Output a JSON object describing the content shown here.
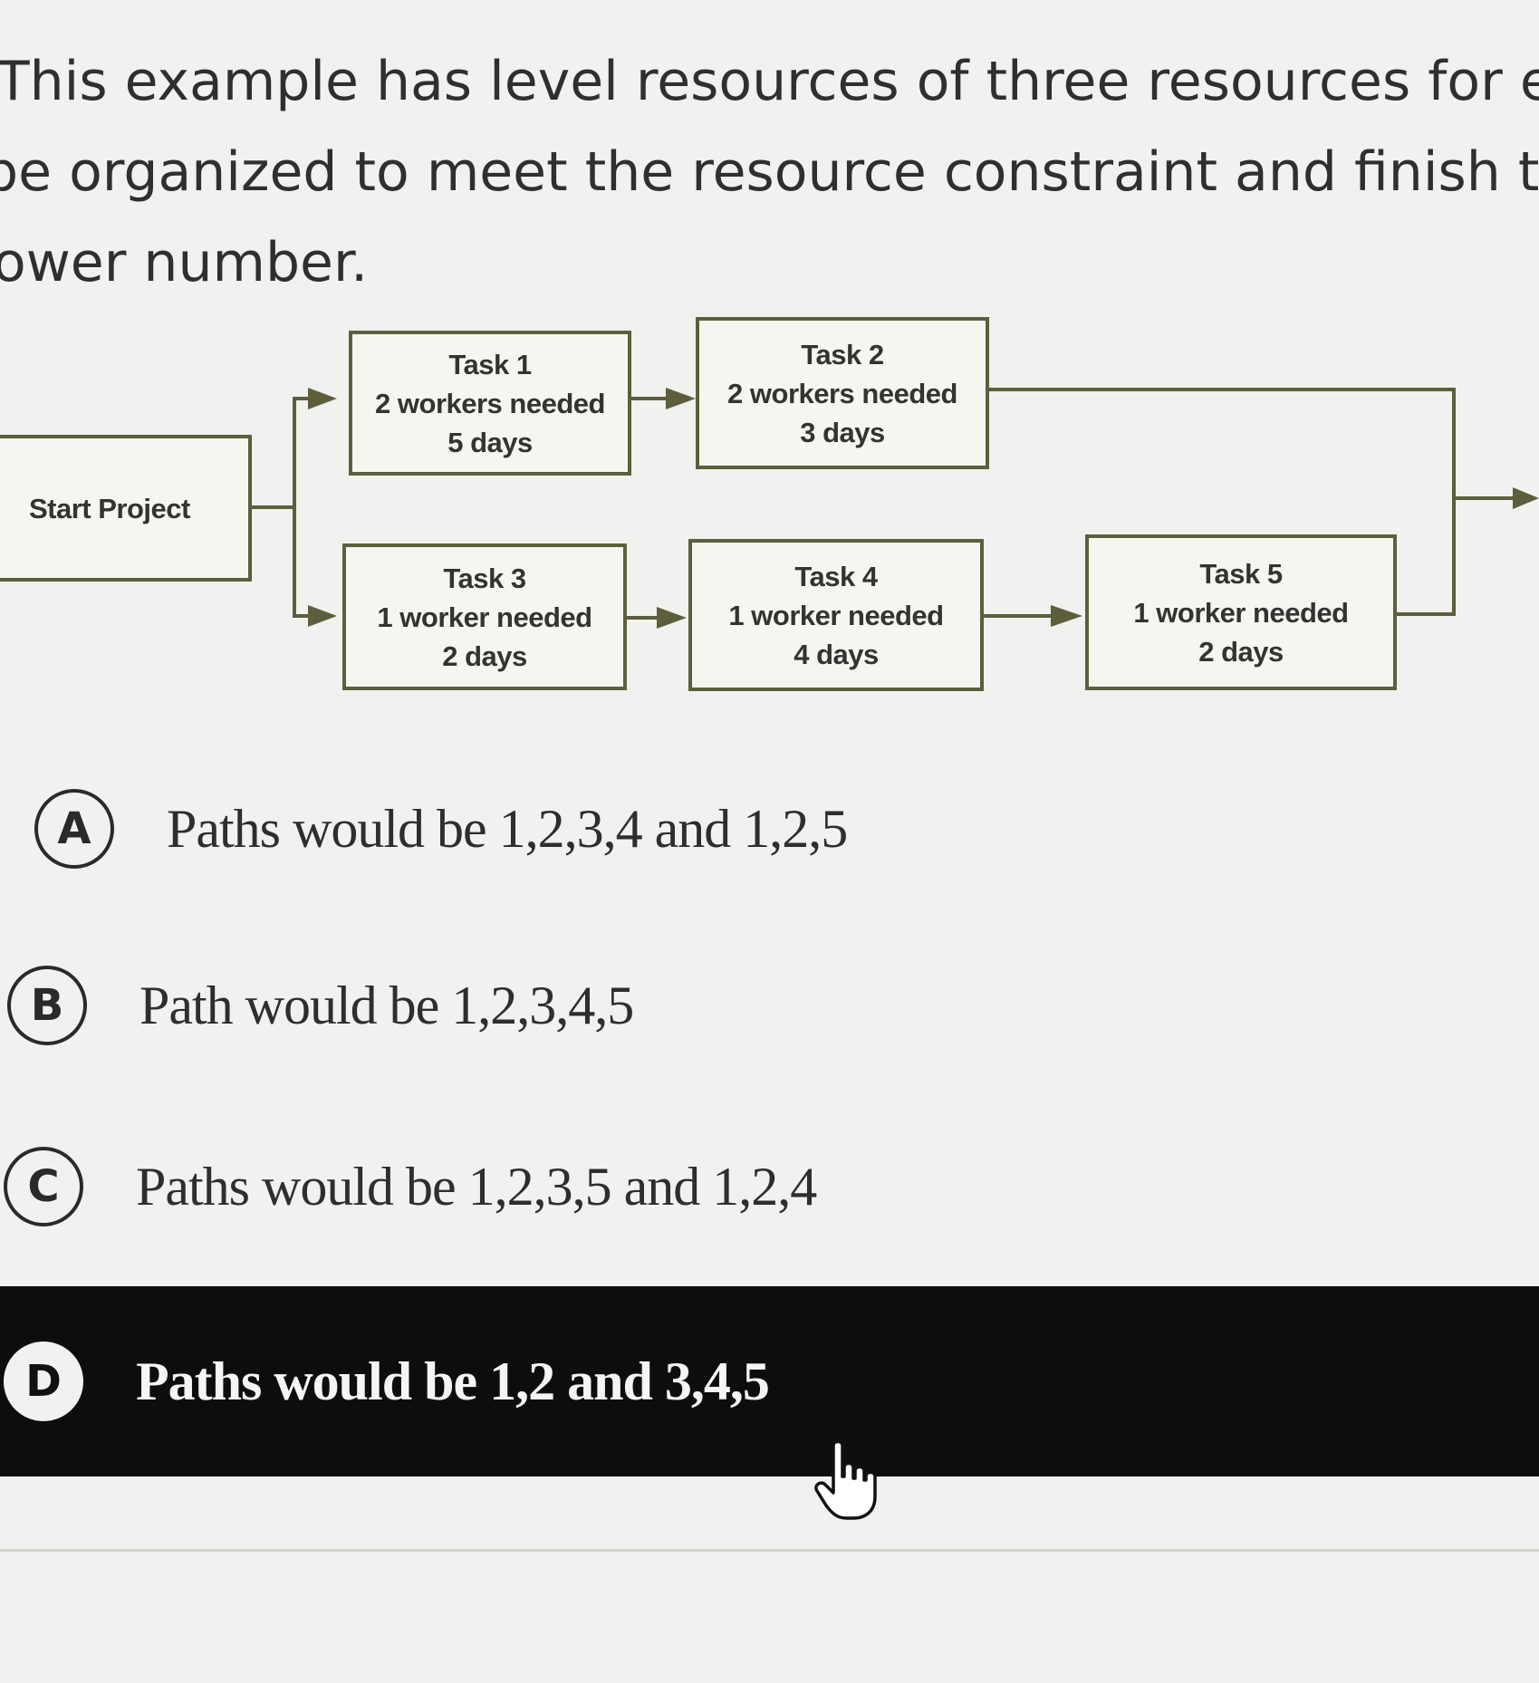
{
  "question": {
    "line1": "This example has level resources of three resources for eight da",
    "line2": "be organized to meet the resource constraint and finish the pro",
    "line3": "ower number."
  },
  "diagram": {
    "start": "Start Project",
    "tasks": [
      {
        "name": "Task 1",
        "workers": "2 workers needed",
        "duration": "5 days"
      },
      {
        "name": "Task 2",
        "workers": "2 workers needed",
        "duration": "3 days"
      },
      {
        "name": "Task 3",
        "workers": "1 worker needed",
        "duration": "2 days"
      },
      {
        "name": "Task 4",
        "workers": "1 worker needed",
        "duration": "4 days"
      },
      {
        "name": "Task 5",
        "workers": "1 worker needed",
        "duration": "2 days"
      }
    ]
  },
  "options": [
    {
      "letter": "A",
      "text": "Paths would be 1,2,3,4 and 1,2,5"
    },
    {
      "letter": "B",
      "text": "Path would be 1,2,3,4,5"
    },
    {
      "letter": "C",
      "text": "Paths would be 1,2,3,5 and 1,2,4"
    },
    {
      "letter": "D",
      "text": "Paths would be 1,2 and 3,4,5"
    }
  ],
  "selected_option": "D",
  "colors": {
    "selected_bg": "#0d0d0d",
    "box_border": "#5d5e3c"
  },
  "icons": {
    "cursor": "hand-pointer-icon"
  }
}
